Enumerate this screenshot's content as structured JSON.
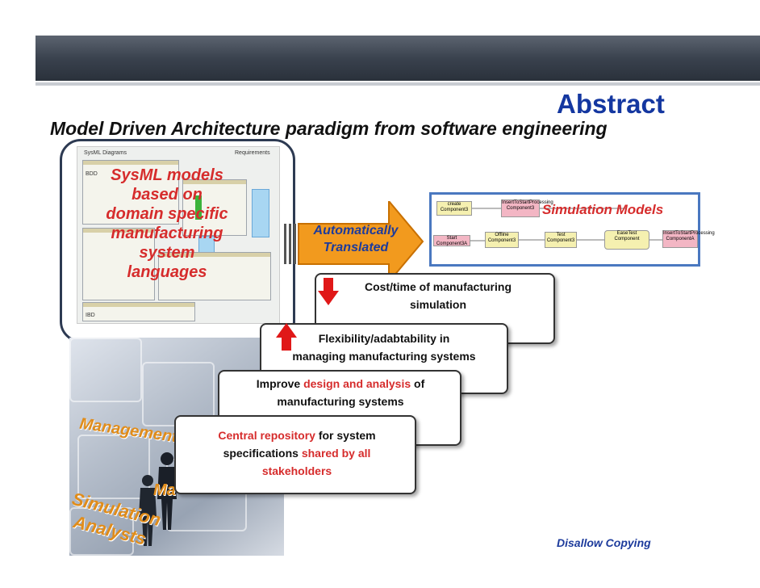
{
  "slide": {
    "title": "Abstract",
    "subtitle": "Model Driven Architecture paradigm from software engineering",
    "footer": "Disallow Copying"
  },
  "sysml": {
    "caption_lines": [
      "SysML models",
      "based on",
      "domain specific",
      "manufacturing",
      "system",
      "languages"
    ],
    "diagram_labels": [
      "SysML Diagrams",
      "Requirements",
      "BDD",
      "IBD"
    ]
  },
  "arrow": {
    "line1": "Automatically",
    "line2": "Translated"
  },
  "simulation": {
    "title": "Simulation Models",
    "nodes": [
      "create Component3",
      "InsertToStartProcessing Component3",
      "Start Component3A",
      "Offline Component3",
      "Test Component3",
      "EaseTest Component",
      "InsertToStartProcessing ComponentA"
    ]
  },
  "cards": [
    {
      "line1": "Cost/time of manufacturing",
      "line2": "simulation",
      "indicator": "down"
    },
    {
      "line1": "Flexibility/adabtability in",
      "line2": "managing manufacturing systems",
      "indicator": "up"
    },
    {
      "line1_a": "Improve ",
      "line1_b": "design and analysis",
      "line1_c": " of",
      "line2": "manufacturing systems"
    },
    {
      "line1_a": "Central repository",
      "line1_b": " for system",
      "line2_a": "specifications ",
      "line2_b": "shared by all",
      "line3": "stakeholders"
    }
  ],
  "puzzle": {
    "management": "Management",
    "manufacturing": "Ma",
    "simulation": "Simulation",
    "analysts": "Analysts"
  },
  "colors": {
    "title_blue": "#1437a0",
    "accent_red": "#d62c2c",
    "arrow_orange": "#f29a1e",
    "puzzle_orange": "#e08c1a"
  }
}
